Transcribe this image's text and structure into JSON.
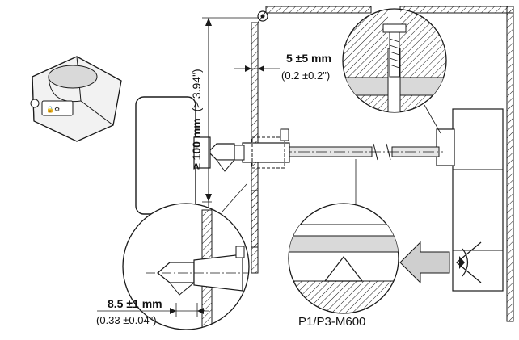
{
  "labels": {
    "clearance_mm": "≥ 100 mm",
    "clearance_in": "(≥ 3.94\")",
    "gap_mm": "5 ±5 mm",
    "gap_in": "(0.2 ±0.2\")",
    "shaft_mm": "8.5 ±1 mm",
    "shaft_in": "(0.33 ±0.04\")",
    "model": "P1/P3-M600"
  },
  "colors": {
    "line": "#1a1a1a",
    "fill_light": "#f2f2f2",
    "fill_mid": "#d9d9d9",
    "arrow_fill": "#cfcfcf"
  },
  "icons": {
    "eye": "eye-icon",
    "direction": "arrow-left-icon"
  }
}
